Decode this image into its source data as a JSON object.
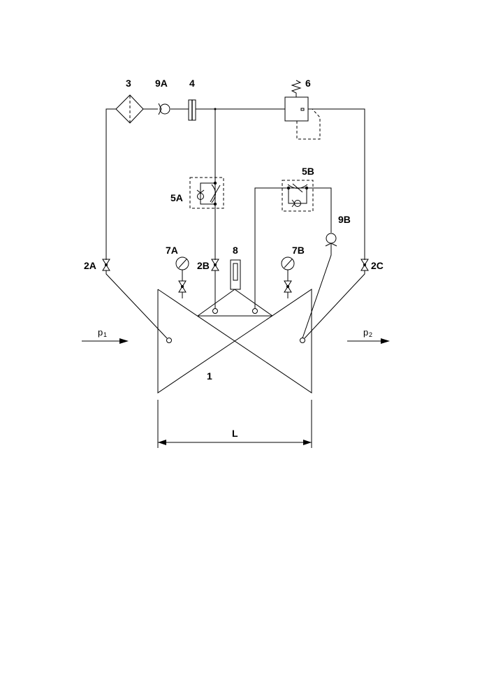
{
  "labels": {
    "filter": "3",
    "check_valve_a": "9A",
    "orifice": "4",
    "regulator": "6",
    "flow_control_a": "5A",
    "flow_control_b": "5B",
    "check_valve_b": "9B",
    "gauge_a": "7A",
    "gauge_b": "7B",
    "indicator": "8",
    "valve_2a": "2A",
    "valve_2b": "2B",
    "valve_2c": "2C",
    "body": "1",
    "length": "L"
  },
  "pressures": {
    "inlet_symbol": "p",
    "inlet_sub": "1",
    "outlet_symbol": "p",
    "outlet_sub": "2"
  }
}
